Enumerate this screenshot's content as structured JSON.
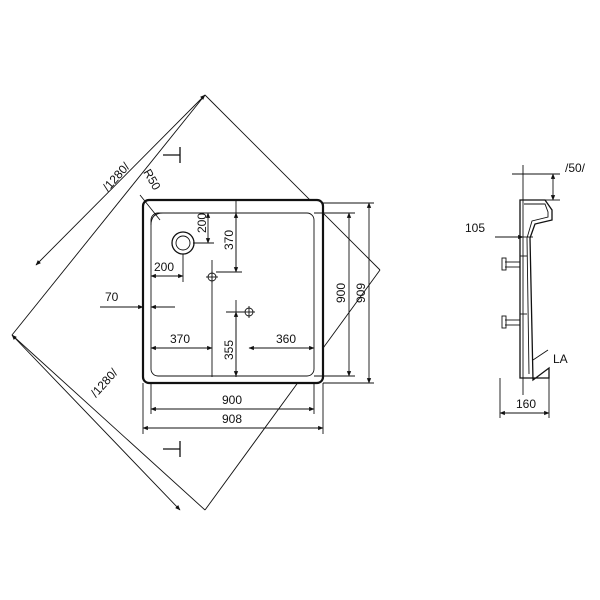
{
  "plan_dimensions": {
    "diagonal_top": "/1280/",
    "diagonal_bottom": "/1280/",
    "corner_radius": "R50",
    "drain_offset_top": "200",
    "drain_offset_left": "200",
    "inner_top_depth": "370",
    "edge_offset": "70",
    "inner_left_width": "370",
    "inner_right_width": "360",
    "inner_lower_depth": "355",
    "inner_width": "900",
    "outer_width": "908",
    "inner_height": "900",
    "outer_height": "909"
  },
  "section_dimensions": {
    "rim_height": "/50/",
    "rim_offset": "105",
    "base_width": "160",
    "label": "LA"
  },
  "icons": [
    "drain-icon",
    "waste-marker-icon",
    "tray-corner-icon"
  ]
}
